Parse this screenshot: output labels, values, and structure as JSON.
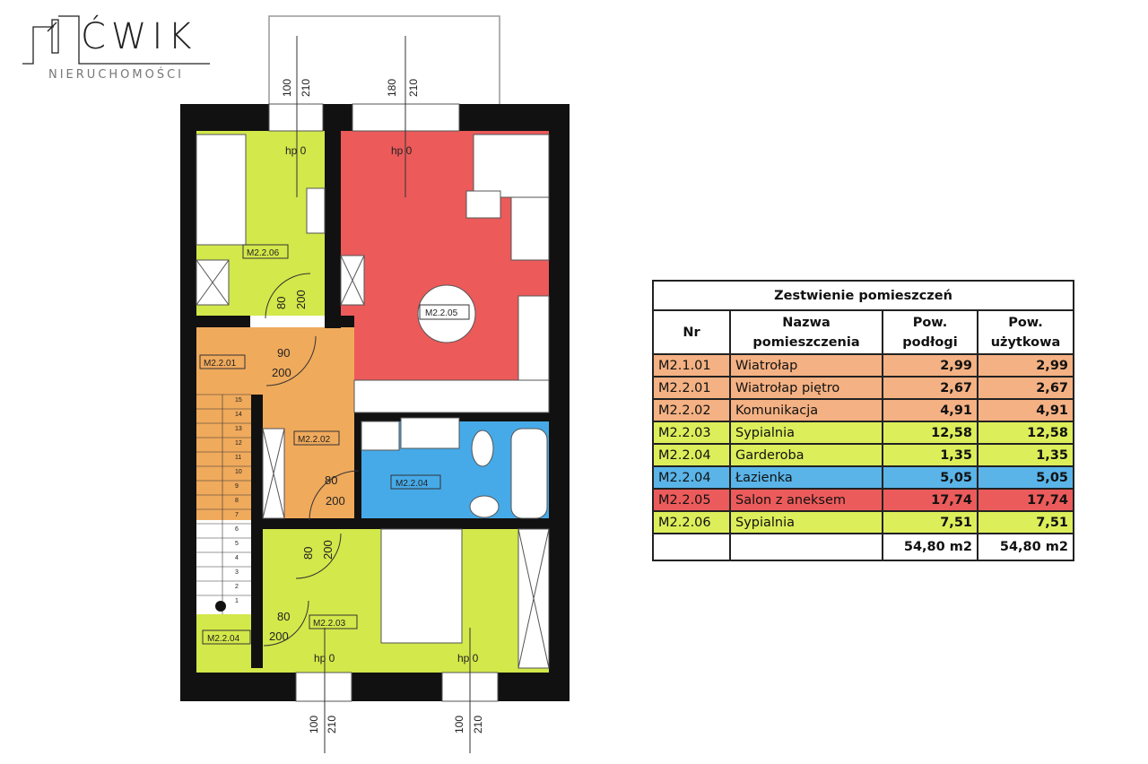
{
  "logo": {
    "brand": "ĆWIK",
    "subtitle": "NIERUCHOMOŚCI"
  },
  "colors": {
    "orange": "#f0aa5c",
    "green": "#d3e84a",
    "blue": "#46aae8",
    "red": "#ec5a5a"
  },
  "plan": {
    "rooms": {
      "r06": "M2.2.06",
      "r05": "M2.2.05",
      "r01": "M2.2.01",
      "r02": "M2.2.02",
      "r04b": "M2.2.04",
      "r03": "M2.2.03",
      "r04g": "M2.2.04"
    },
    "hp": [
      "hp 0",
      "hp 0",
      "hp 0",
      "hp 0"
    ],
    "doors": [
      {
        "w": "80",
        "h": "200"
      },
      {
        "w": "90",
        "h": "200"
      },
      {
        "w": "80",
        "h": "200"
      },
      {
        "w": "80",
        "h": "200"
      },
      {
        "w": "80",
        "h": "200"
      }
    ],
    "windows": [
      {
        "w": "100",
        "h": "210"
      },
      {
        "w": "180",
        "h": "210"
      },
      {
        "w": "100",
        "h": "210"
      },
      {
        "w": "100",
        "h": "210"
      }
    ],
    "stair_steps": [
      "15",
      "14",
      "13",
      "12",
      "11",
      "10",
      "9",
      "8",
      "7",
      "6",
      "5",
      "4",
      "3",
      "2",
      "1"
    ]
  },
  "table": {
    "title": "Zestwienie pomieszczeń",
    "headers": {
      "nr": "Nr",
      "name_1": "Nazwa",
      "name_2": "pomieszczenia",
      "floor_1": "Pow.",
      "floor_2": "podłogi",
      "usable_1": "Pow.",
      "usable_2": "użytkowa"
    },
    "rows": [
      {
        "nr": "M2.1.01",
        "name": "Wiatrołap",
        "floor": "2,99",
        "usable": "2,99",
        "color": "#f4b183"
      },
      {
        "nr": "M2.2.01",
        "name": "Wiatrołap piętro",
        "floor": "2,67",
        "usable": "2,67",
        "color": "#f4b183"
      },
      {
        "nr": "M2.2.02",
        "name": "Komunikacja",
        "floor": "4,91",
        "usable": "4,91",
        "color": "#f4b183"
      },
      {
        "nr": "M2.2.03",
        "name": "Sypialnia",
        "floor": "12,58",
        "usable": "12,58",
        "color": "#dcee5a"
      },
      {
        "nr": "M2.2.04",
        "name": "Garderoba",
        "floor": "1,35",
        "usable": "1,35",
        "color": "#dcee5a"
      },
      {
        "nr": "M2.2.04",
        "name": "Łazienka",
        "floor": "5,05",
        "usable": "5,05",
        "color": "#5ab4e8"
      },
      {
        "nr": "M2.2.05",
        "name": "Salon z aneksem",
        "floor": "17,74",
        "usable": "17,74",
        "color": "#ec5b5b"
      },
      {
        "nr": "M2.2.06",
        "name": "Sypialnia",
        "floor": "7,51",
        "usable": "7,51",
        "color": "#dcee5a"
      }
    ],
    "total": {
      "floor": "54,80 m2",
      "usable": "54,80 m2"
    }
  }
}
